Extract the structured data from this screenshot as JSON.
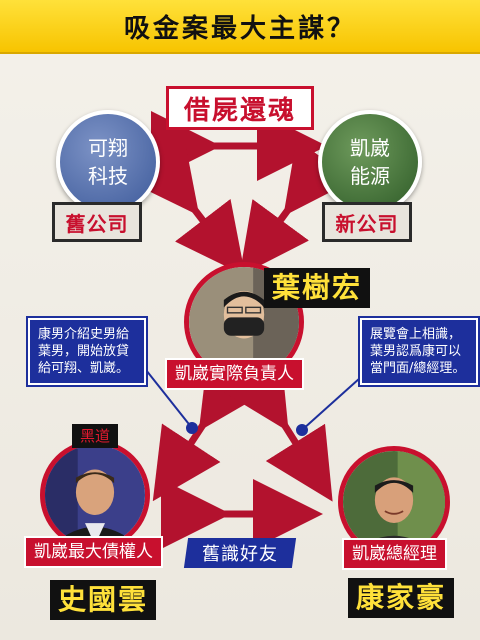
{
  "title": "吸金案最大主謀？",
  "banner": "借屍還魂",
  "companies": {
    "old": {
      "name_line1": "可翔",
      "name_line2": "科技",
      "tag": "舊公司"
    },
    "new": {
      "name_line1": "凱崴",
      "name_line2": "能源",
      "tag": "新公司"
    }
  },
  "people": {
    "ye": {
      "name": "葉樹宏",
      "role": "凱崴實際負責人"
    },
    "shi": {
      "name": "史國雲",
      "role": "凱崴最大債權人",
      "label": "黑道"
    },
    "kang": {
      "name": "康家豪",
      "role": "凱崴總經理"
    }
  },
  "notes": {
    "left": "康男介紹史男給葉男，開始放貸給可翔、凱崴。",
    "right": "展覽會上相識，葉男認爲康可以當門面/總經理。"
  },
  "relation_label": "舊識好友",
  "colors": {
    "accent_red": "#c8102e",
    "navy": "#1d2f9c",
    "yellow": "#ffe13a"
  }
}
